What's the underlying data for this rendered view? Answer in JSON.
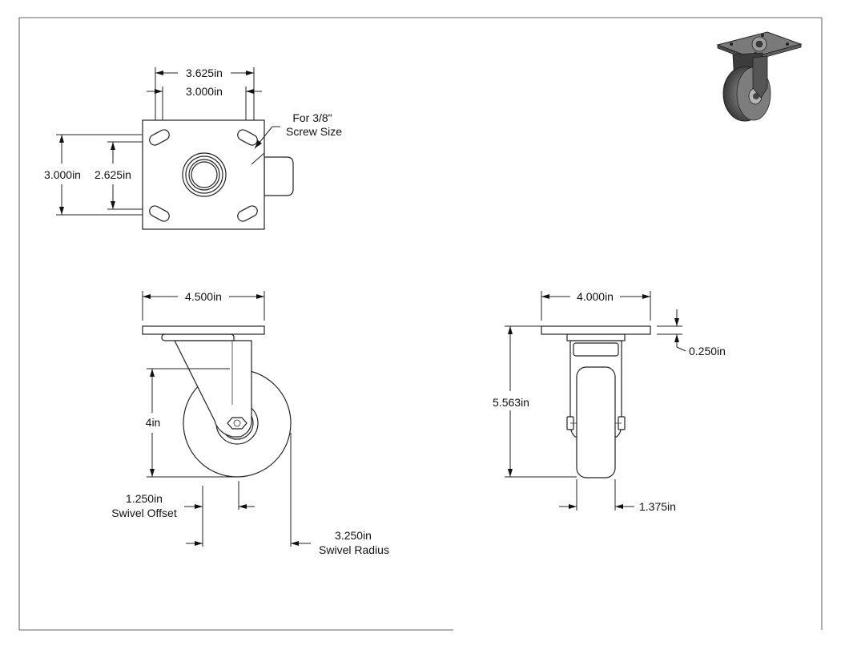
{
  "top_view": {
    "outer_hole_spacing": "3.625in",
    "inner_hole_spacing": "3.000in",
    "plate_height": "3.000in",
    "hole_height_spacing": "2.625in",
    "screw_note_line1": "For 3/8\"",
    "screw_note_line2": "Screw Size"
  },
  "side_view": {
    "plate_width": "4.500in",
    "wheel_height": "4in",
    "swivel_offset_value": "1.250in",
    "swivel_offset_label": "Swivel Offset",
    "swivel_radius_value": "3.250in",
    "swivel_radius_label": "Swivel Radius"
  },
  "front_view": {
    "plate_width": "4.000in",
    "plate_thickness": "0.250in",
    "overall_height": "5.563in",
    "wheel_width": "1.375in"
  }
}
